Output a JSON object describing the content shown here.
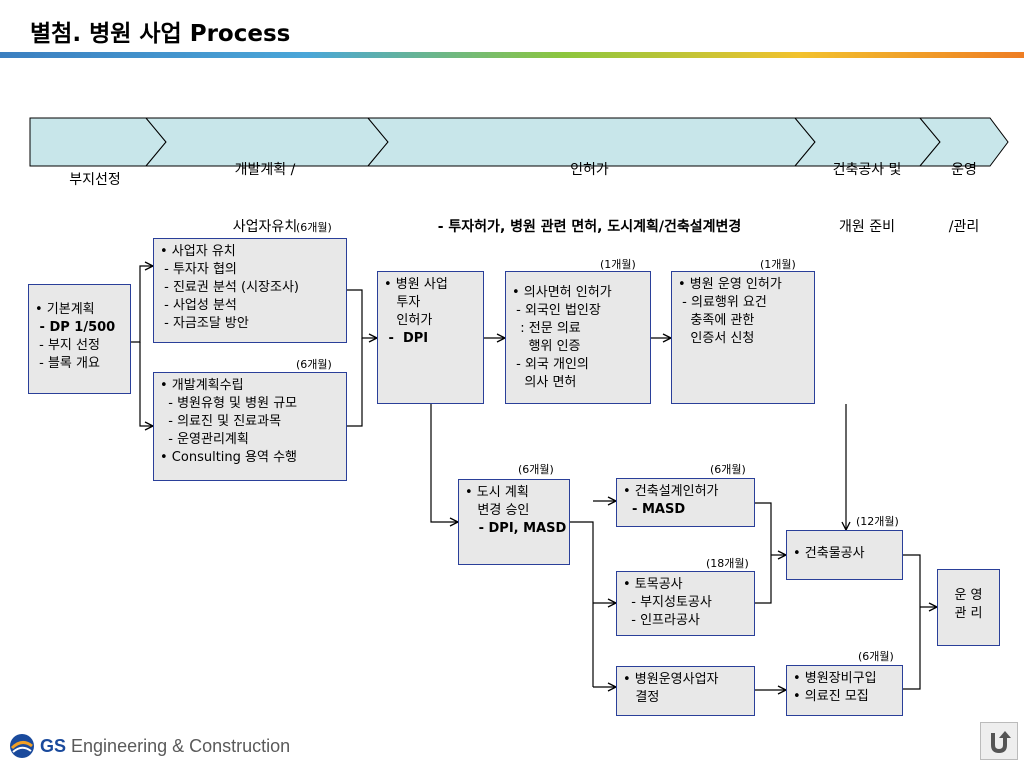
{
  "title": "별첨. 병원 사업 Process",
  "phases": [
    {
      "lines": [
        "부지선정"
      ]
    },
    {
      "lines": [
        "개발계획 /",
        "사업자유치"
      ]
    },
    {
      "lines": [
        "인허가",
        "- 투자허가, 병원 관련 면허, 도시계획/건축설계변경"
      ]
    },
    {
      "lines": [
        "건축공사 및",
        "개원 준비"
      ]
    },
    {
      "lines": [
        "운영",
        "/관리"
      ]
    }
  ],
  "boxes": {
    "basic_plan": [
      "• 기본계획",
      " - DP 1/500",
      " - 부지 선정",
      " - 블록 개요"
    ],
    "investor": [
      "• 사업자 유치",
      " - 투자자 협의",
      " - 진료권 분석 (시장조사)",
      " - 사업성 분석",
      " - 자금조달 방안"
    ],
    "dev_plan": [
      "• 개발계획수립",
      "  - 병원유형 및 병원 규모",
      "  - 의료진 및 진료과목",
      "  - 운영관리계획",
      "• Consulting 용역 수행"
    ],
    "hospital_permit": [
      "• 병원 사업",
      "   투자",
      "   인허가",
      " -  DPI"
    ],
    "doctor_license": [
      "• 의사면허 인허가",
      " - 외국인 법인장",
      "  : 전문 의료",
      "    행위 인증",
      " - 외국 개인의",
      "   의사 면허"
    ],
    "operation_permit": [
      "• 병원 운영 인허가",
      " - 의료행위 요건",
      "   충족에 관한",
      "   인증서 신청"
    ],
    "city_plan": [
      "• 도시 계획",
      "   변경 승인",
      "   - DPI, MASD"
    ],
    "building_design": [
      "• 건축설계인허가",
      "  - MASD"
    ],
    "civil": [
      "• 토목공사",
      "  - 부지성토공사",
      "  - 인프라공사"
    ],
    "operator": [
      "• 병원운영사업자",
      "   결정"
    ],
    "construction": [
      "• 건축물공사"
    ],
    "equipment": [
      "• 병원장비구입",
      "• 의료진 모집"
    ],
    "operation": [
      "운 영",
      "관 리"
    ]
  },
  "durations": {
    "investor": "(6개월)",
    "dev_plan": "(6개월)",
    "doctor_license": "(1개월)",
    "operation_permit": "(1개월)",
    "city_plan": "(6개월)",
    "building_design": "(6개월)",
    "construction": "(12개월)",
    "civil": "(18개월)",
    "equipment": "(6개월)"
  },
  "logo": {
    "brand": "GS",
    "text": "Engineering & Construction"
  },
  "colors": {
    "chevron_fill": "#c8e6ea",
    "box_fill": "#e8e8e8",
    "box_border": "#2a3f99"
  }
}
